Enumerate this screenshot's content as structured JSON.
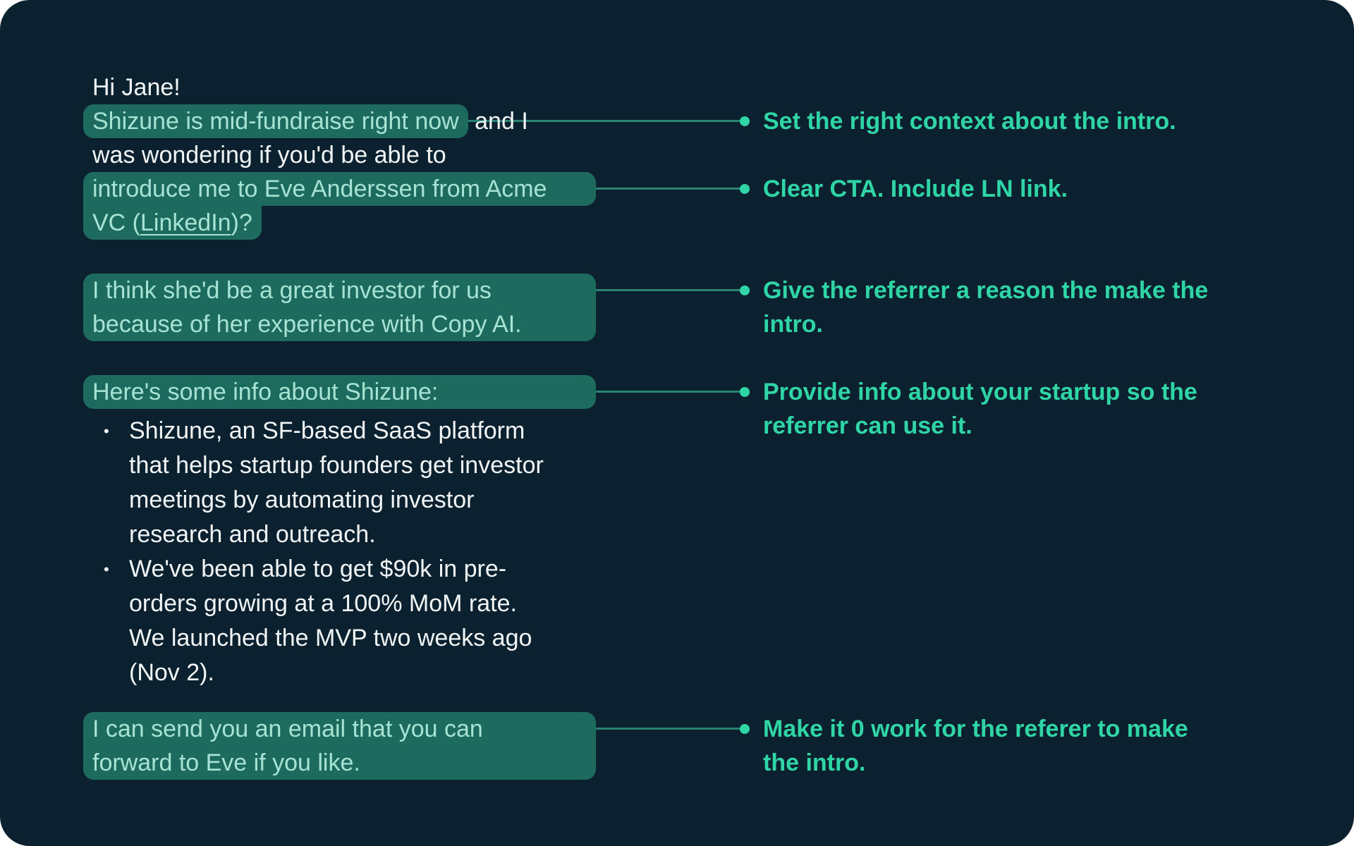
{
  "colors": {
    "canvas_bg": "#0c2130",
    "outer_bg": "#ffffff",
    "highlight_bg": "#1d6a5f",
    "highlight_text": "#a7e3d3",
    "body_text": "#f1f5f5",
    "annotation": "#30d5a5",
    "connector": "#2a8270"
  },
  "email": {
    "greeting": "Hi Jane!",
    "context_highlight": "Shizune is mid-fundraise right now",
    "context_rest": " and I",
    "line_wondering": "was wondering if you'd be able to",
    "intro_highlight_line1": "introduce me to Eve Anderssen from Acme",
    "intro_line2_prefix": "VC (",
    "linkedin_link": "LinkedIn",
    "intro_line2_suffix": ")?",
    "reason_highlight": "I think she'd be a great investor for us\nbecause of her experience with Copy AI.",
    "info_header_highlight": "Here's some info about Shizune:",
    "bullet_glyph": "•",
    "bullets": [
      "Shizune, an SF-based SaaS platform\nthat helps startup founders get investor\nmeetings by automating investor\nresearch and outreach.",
      "We've been able to get $90k in pre-\norders growing at a 100% MoM rate.\nWe launched the MVP two weeks ago\n(Nov 2)."
    ],
    "offer_highlight": "I can send you an email that you can\nforward to Eve if you like."
  },
  "annotations": [
    "Set the right context about the intro.",
    "Clear CTA. Include LN link.",
    "Give the referrer a reason the make the\nintro.",
    "Provide info about your startup so the\nreferrer can use it.",
    "Make it 0 work for the referer to make\nthe intro."
  ]
}
